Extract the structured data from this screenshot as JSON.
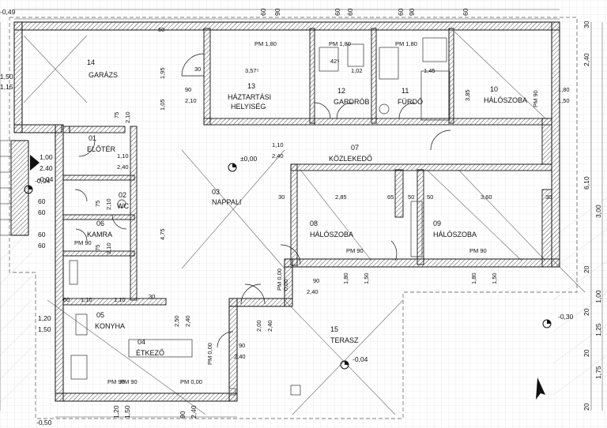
{
  "rooms": [
    {
      "num": "14",
      "name": "GARÁZS"
    },
    {
      "num": "13",
      "name": "HÁZTARTÁSI",
      "name2": "HELYISÉG"
    },
    {
      "num": "12",
      "name": "GARDRÓB"
    },
    {
      "num": "11",
      "name": "FÜRDŐ"
    },
    {
      "num": "10",
      "name": "HÁLÓSZOBA"
    },
    {
      "num": "01",
      "name": "ELŐTÉR"
    },
    {
      "num": "02",
      "name": "WC"
    },
    {
      "num": "03",
      "name": "NAPPALI"
    },
    {
      "num": "06",
      "name": "KAMRA"
    },
    {
      "num": "07",
      "name": "KÖZLEKEDŐ"
    },
    {
      "num": "08",
      "name": "HÁLÓSZOBA"
    },
    {
      "num": "09",
      "name": "HÁLÓSZOBA"
    },
    {
      "num": "05",
      "name": "KONYHA"
    },
    {
      "num": "04",
      "name": "ÉTKEZŐ"
    },
    {
      "num": "15",
      "name": "TERASZ"
    }
  ],
  "level_marks": [
    "±0,00",
    "-0,30",
    "-0,04",
    "-0,04"
  ],
  "dims": {
    "top": [
      "60",
      "90",
      "60",
      "60",
      "60",
      "90",
      "60"
    ],
    "right": [
      "30",
      "2,40",
      "6,10",
      "3,00",
      "1,00",
      "1,25",
      "1,75",
      "20",
      "20",
      "20",
      "20"
    ],
    "left": [
      "-0,49",
      "1,50",
      "1,15",
      "1,00",
      "2,40",
      "-0,04",
      "60",
      "60",
      "60",
      "60",
      "1,20",
      "1,50",
      "-0,50"
    ],
    "bottom": [
      "1,20",
      "1,50",
      "90",
      "2,40"
    ],
    "inner": [
      "PM 1,80",
      "PM 1,80",
      "PM 1,80",
      "3,57⁵",
      "42⁵",
      "1,02",
      "1,45",
      "90",
      "2,10",
      "1,95",
      "1,05",
      "75",
      "2,10",
      "3,85",
      "PM 90",
      "1,80",
      "1,50",
      "1,10",
      "2,40",
      "1,10",
      "2,40",
      "2,85",
      "65",
      "50",
      "3,60",
      "PM 90",
      "PM 90",
      "PM 90",
      "1,80",
      "1,50",
      "1,80",
      "1,50",
      "75",
      "2,10",
      "75",
      "2,10",
      "4,75",
      "1,10",
      "1,10",
      "2,50",
      "2,40",
      "2,00",
      "2,40",
      "0,00",
      "PM 0,00",
      "PM 0,00",
      "90",
      "2,40",
      "90",
      "2,40",
      "PM 90",
      "PM 0,00",
      "PM 90",
      "30",
      "30",
      "30",
      "30",
      "60",
      "50",
      "60"
    ]
  }
}
